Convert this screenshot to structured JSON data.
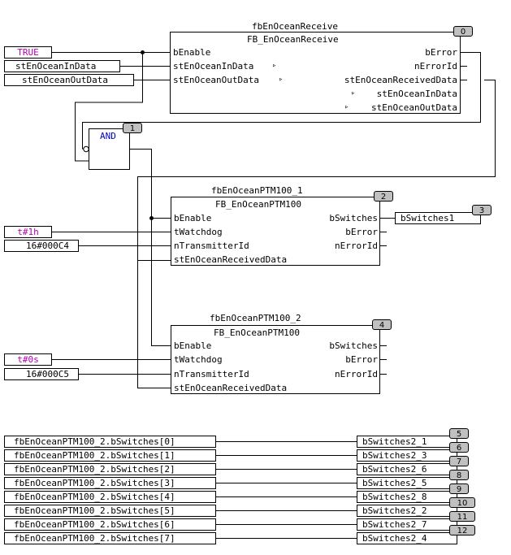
{
  "fb0": {
    "instance": "fbEnOceanReceive",
    "type": "FB_EnOceanReceive",
    "id": "0",
    "inputs": [
      "bEnable",
      "stEnOceanInData",
      "stEnOceanOutData"
    ],
    "outputs": [
      "bError",
      "nErrorId",
      "stEnOceanReceivedData",
      "stEnOceanInData",
      "stEnOceanOutData"
    ],
    "const_true": "TRUE",
    "in_var1": "stEnOceanInData",
    "in_var2": "stEnOceanOutData"
  },
  "and_block": {
    "label": "AND",
    "id": "1"
  },
  "fb2": {
    "instance": "fbEnOceanPTM100_1",
    "type": "FB_EnOceanPTM100",
    "id": "2",
    "inputs": [
      "bEnable",
      "tWatchdog",
      "nTransmitterId",
      "stEnOceanReceivedData"
    ],
    "outputs": [
      "bSwitches",
      "bError",
      "nErrorId"
    ],
    "watchdog_const": "t#1h",
    "transmitter_const": "16#000C4"
  },
  "out3": {
    "label": "bSwitches1",
    "id": "3"
  },
  "fb4": {
    "instance": "fbEnOceanPTM100_2",
    "type": "FB_EnOceanPTM100",
    "id": "4",
    "inputs": [
      "bEnable",
      "tWatchdog",
      "nTransmitterId",
      "stEnOceanReceivedData"
    ],
    "outputs": [
      "bSwitches",
      "bError",
      "nErrorId"
    ],
    "watchdog_const": "t#0s",
    "transmitter_const": "16#000C5"
  },
  "assignments": [
    {
      "src": "fbEnOceanPTM100_2.bSwitches[0]",
      "dst": "bSwitches2_1",
      "id": "5"
    },
    {
      "src": "fbEnOceanPTM100_2.bSwitches[1]",
      "dst": "bSwitches2_3",
      "id": "6"
    },
    {
      "src": "fbEnOceanPTM100_2.bSwitches[2]",
      "dst": "bSwitches2_6",
      "id": "7"
    },
    {
      "src": "fbEnOceanPTM100_2.bSwitches[3]",
      "dst": "bSwitches2_5",
      "id": "8"
    },
    {
      "src": "fbEnOceanPTM100_2.bSwitches[4]",
      "dst": "bSwitches2_8",
      "id": "9"
    },
    {
      "src": "fbEnOceanPTM100_2.bSwitches[5]",
      "dst": "bSwitches2_2",
      "id": "10"
    },
    {
      "src": "fbEnOceanPTM100_2.bSwitches[6]",
      "dst": "bSwitches2_7",
      "id": "11"
    },
    {
      "src": "fbEnOceanPTM100_2.bSwitches[7]",
      "dst": "bSwitches2_4",
      "id": "12"
    }
  ],
  "colors": {
    "constant": "#b000b0",
    "and_label": "#0000c0",
    "badge": "#c0c0c0"
  }
}
